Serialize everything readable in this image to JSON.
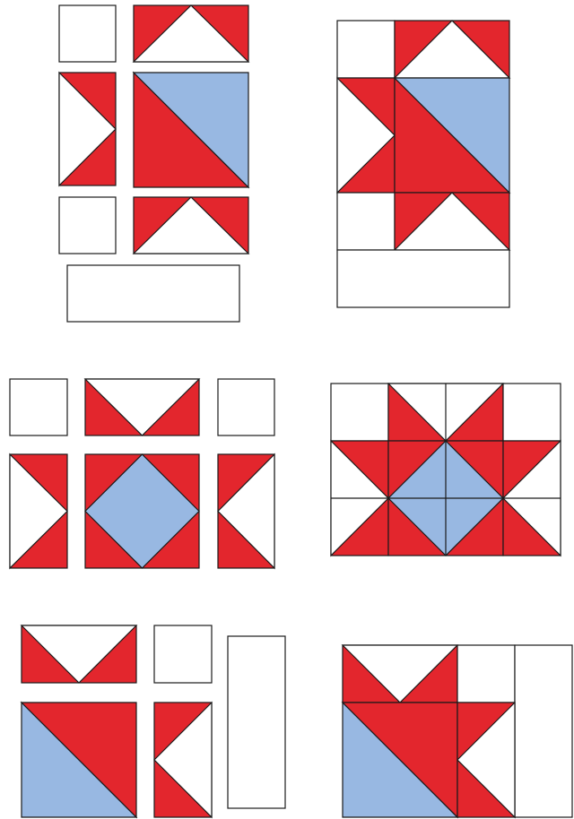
{
  "colors": {
    "red": "#E3262D",
    "blue": "#98B8E2",
    "white": "#FFFFFF",
    "outline": "#1A1A1A"
  },
  "diagrams": [
    {
      "name": "quilt-block-1-pieces-layout",
      "view": "exploded"
    },
    {
      "name": "quilt-block-1-assembled",
      "view": "assembled"
    },
    {
      "name": "quilt-block-2-pieces-layout",
      "view": "exploded"
    },
    {
      "name": "quilt-block-2-assembled",
      "view": "assembled"
    },
    {
      "name": "quilt-block-3-pieces-layout",
      "view": "exploded"
    },
    {
      "name": "quilt-block-3-assembled",
      "view": "assembled"
    }
  ]
}
